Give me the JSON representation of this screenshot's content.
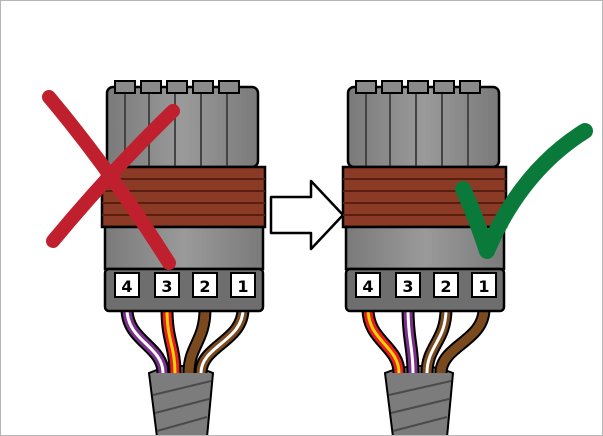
{
  "connectors": [
    {
      "id": "incorrect",
      "verdict": "wrong",
      "pins": [
        "4",
        "3",
        "2",
        "1"
      ],
      "wires": [
        {
          "pin": "4",
          "color": "#7b2f8c",
          "stripe": "#ffffff"
        },
        {
          "pin": "3",
          "color": "#e31e24",
          "stripe": "#ffd200"
        },
        {
          "pin": "2",
          "color": "#7a4a1e",
          "stripe": null
        },
        {
          "pin": "1",
          "color": "#7a4a1e",
          "stripe": "#ffffff"
        }
      ]
    },
    {
      "id": "correct",
      "verdict": "right",
      "pins": [
        "4",
        "3",
        "2",
        "1"
      ],
      "wires": [
        {
          "pin": "4",
          "color": "#e31e24",
          "stripe": "#ffd200"
        },
        {
          "pin": "3",
          "color": "#7b2f8c",
          "stripe": "#ffffff"
        },
        {
          "pin": "2",
          "color": "#7a4a1e",
          "stripe": "#ffffff"
        },
        {
          "pin": "1",
          "color": "#7a4a1e",
          "stripe": null
        }
      ]
    }
  ],
  "colors": {
    "housing": "#8c8c8c",
    "housing_dark": "#5a5a5a",
    "seal": "#8b3a26",
    "cross_mark": "#c0202e",
    "check_mark": "#0a7a3a",
    "sleeve": "#7c7c7c"
  },
  "icons": {
    "cross": "cross-mark-icon",
    "check": "check-mark-icon",
    "arrow": "right-arrow-icon"
  }
}
